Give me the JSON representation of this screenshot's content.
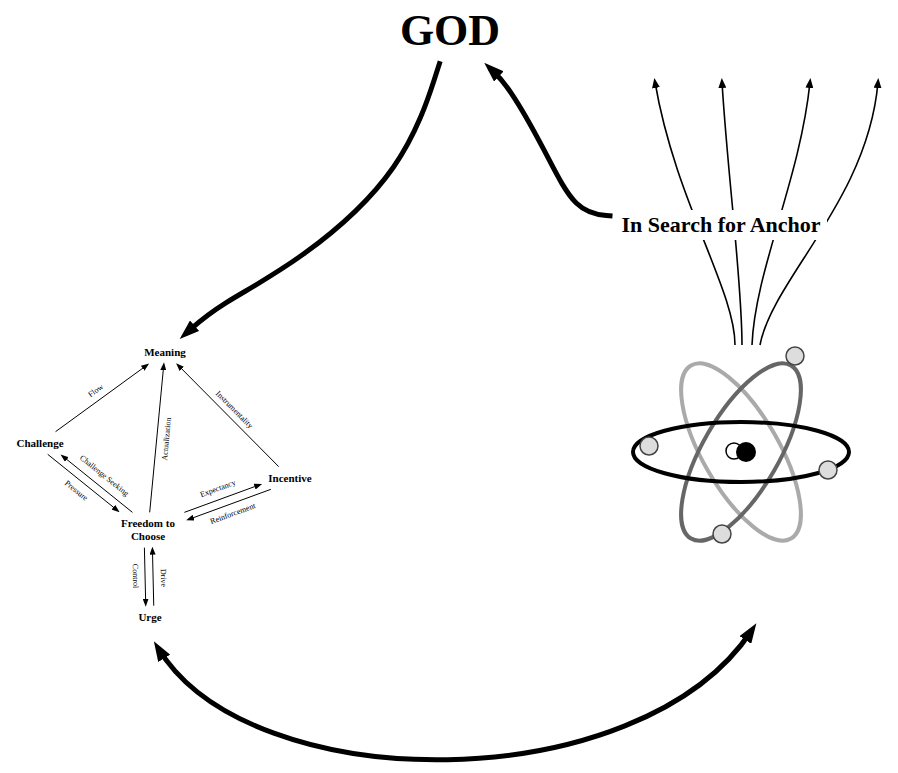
{
  "diagram": {
    "nodes": [
      {
        "text": [
          "GOD"
        ]
      },
      {
        "text": [
          "In Search for Anchor"
        ]
      },
      {
        "text": [
          "Meaning"
        ]
      },
      {
        "text": [
          "Challenge"
        ]
      },
      {
        "text": [
          "Incentive"
        ]
      },
      {
        "text": [
          "Freedom to Choose"
        ]
      },
      {
        "text": [
          "Urge"
        ]
      }
    ],
    "edges": [
      {
        "from": 0,
        "to": 2,
        "arrow": "to"
      },
      {
        "from": 1,
        "to": 0,
        "arrow": "to"
      },
      {
        "from": 3,
        "to": 2,
        "label": "Flow",
        "arrow": "to"
      },
      {
        "from": 4,
        "to": 2,
        "label": "Instrumentality",
        "arrow": "to"
      },
      {
        "from": 5,
        "to": 2,
        "label": "Actualization",
        "arrow": "to"
      },
      {
        "from": 5,
        "to": 3,
        "label": "Challenge Seeking",
        "arrow": "to"
      },
      {
        "from": 3,
        "to": 5,
        "label": "Pressure",
        "arrow": "to"
      },
      {
        "from": 5,
        "to": 4,
        "label": "Expectancy",
        "arrow": "to"
      },
      {
        "from": 4,
        "to": 5,
        "label": "Reinforcement",
        "arrow": "to"
      },
      {
        "from": 6,
        "to": 5,
        "label": "Drive",
        "arrow": "to"
      },
      {
        "from": 5,
        "to": 6,
        "label": "Control",
        "arrow": "to"
      }
    ]
  }
}
